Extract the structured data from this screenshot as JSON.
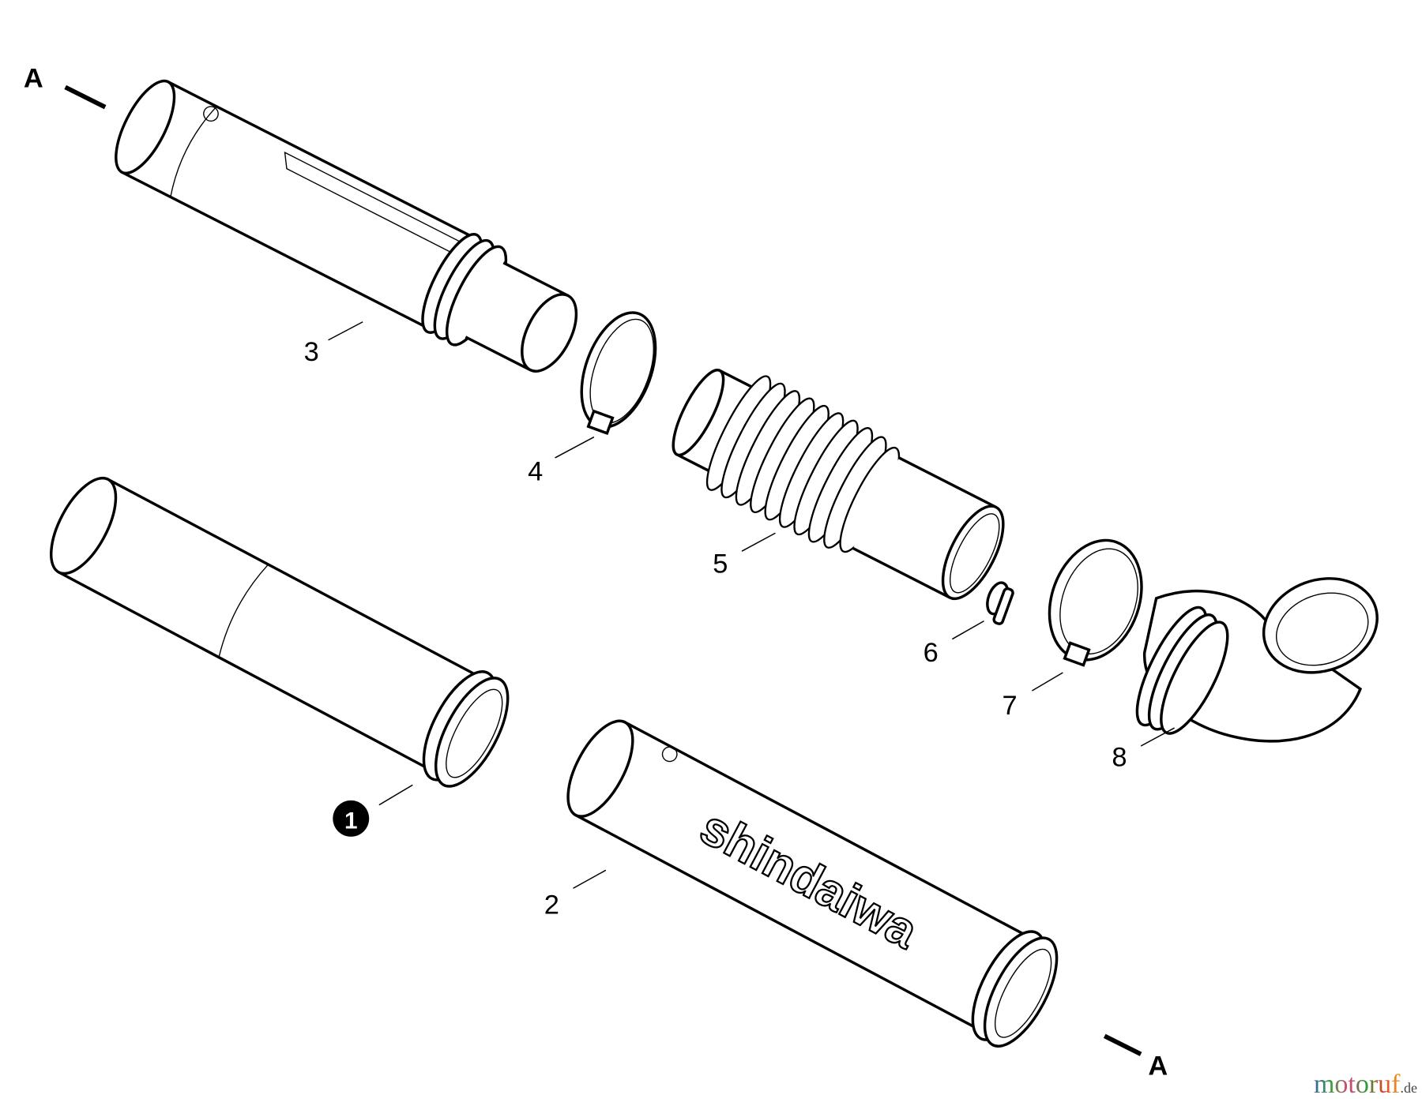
{
  "diagram": {
    "section_markers": [
      "A",
      "A"
    ],
    "callouts": [
      {
        "id": "1",
        "style": "filled-circle"
      },
      {
        "id": "2"
      },
      {
        "id": "3"
      },
      {
        "id": "4"
      },
      {
        "id": "5"
      },
      {
        "id": "6"
      },
      {
        "id": "7"
      },
      {
        "id": "8"
      }
    ],
    "brand_logo": "shindaiwa",
    "watermark": {
      "text": "motoruf",
      "suffix": ".de",
      "colors": [
        "#3a5fb0",
        "#3aa23a",
        "#e0407a",
        "#2a9a3a",
        "#e04030",
        "#f0a020"
      ]
    }
  }
}
